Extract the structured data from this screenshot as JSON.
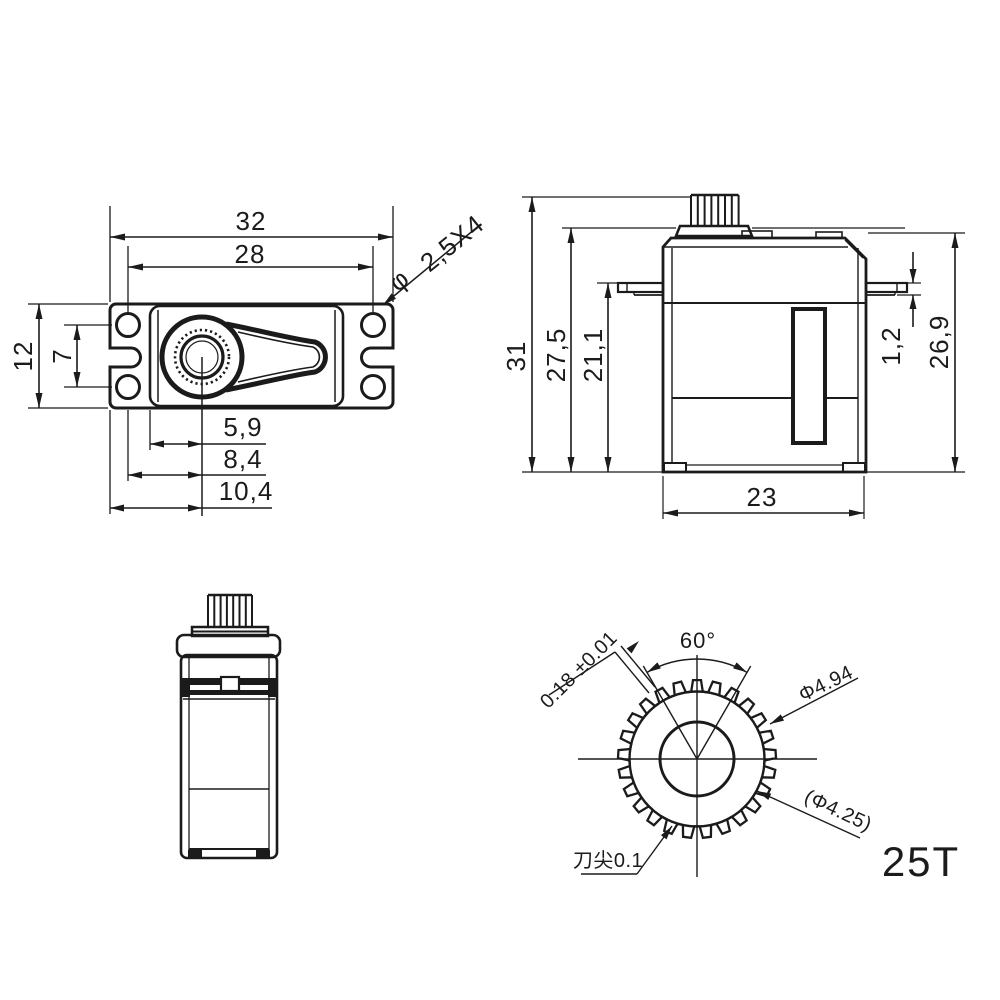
{
  "page": {
    "background": "#ffffff",
    "line_color": "#1b1b1b"
  },
  "top_view": {
    "dim_width_overall": "32",
    "dim_width_holes": "28",
    "dim_height": "12",
    "dim_hole_spacing": "7",
    "dim_offset_1": "5,9",
    "dim_offset_2": "8,4",
    "dim_offset_3": "10,4",
    "hole_phi": "φ",
    "hole_callout": "2,5X4"
  },
  "side_view": {
    "dim_total_height": "31",
    "dim_height_to_cap": "27,5",
    "dim_height_below_flange": "21,1",
    "dim_flange_thickness": "1,2",
    "dim_case_height": "26,9",
    "dim_case_width": "23"
  },
  "gear_view": {
    "dim_angle": "60°",
    "dim_tooth_width": "0.18 ±0.01",
    "dim_outer_dia": "Φ4.94",
    "dim_pitch_dia": "(Φ4.25)",
    "note_tool_tip": "刀尖0.1",
    "teeth_count": "25T"
  }
}
